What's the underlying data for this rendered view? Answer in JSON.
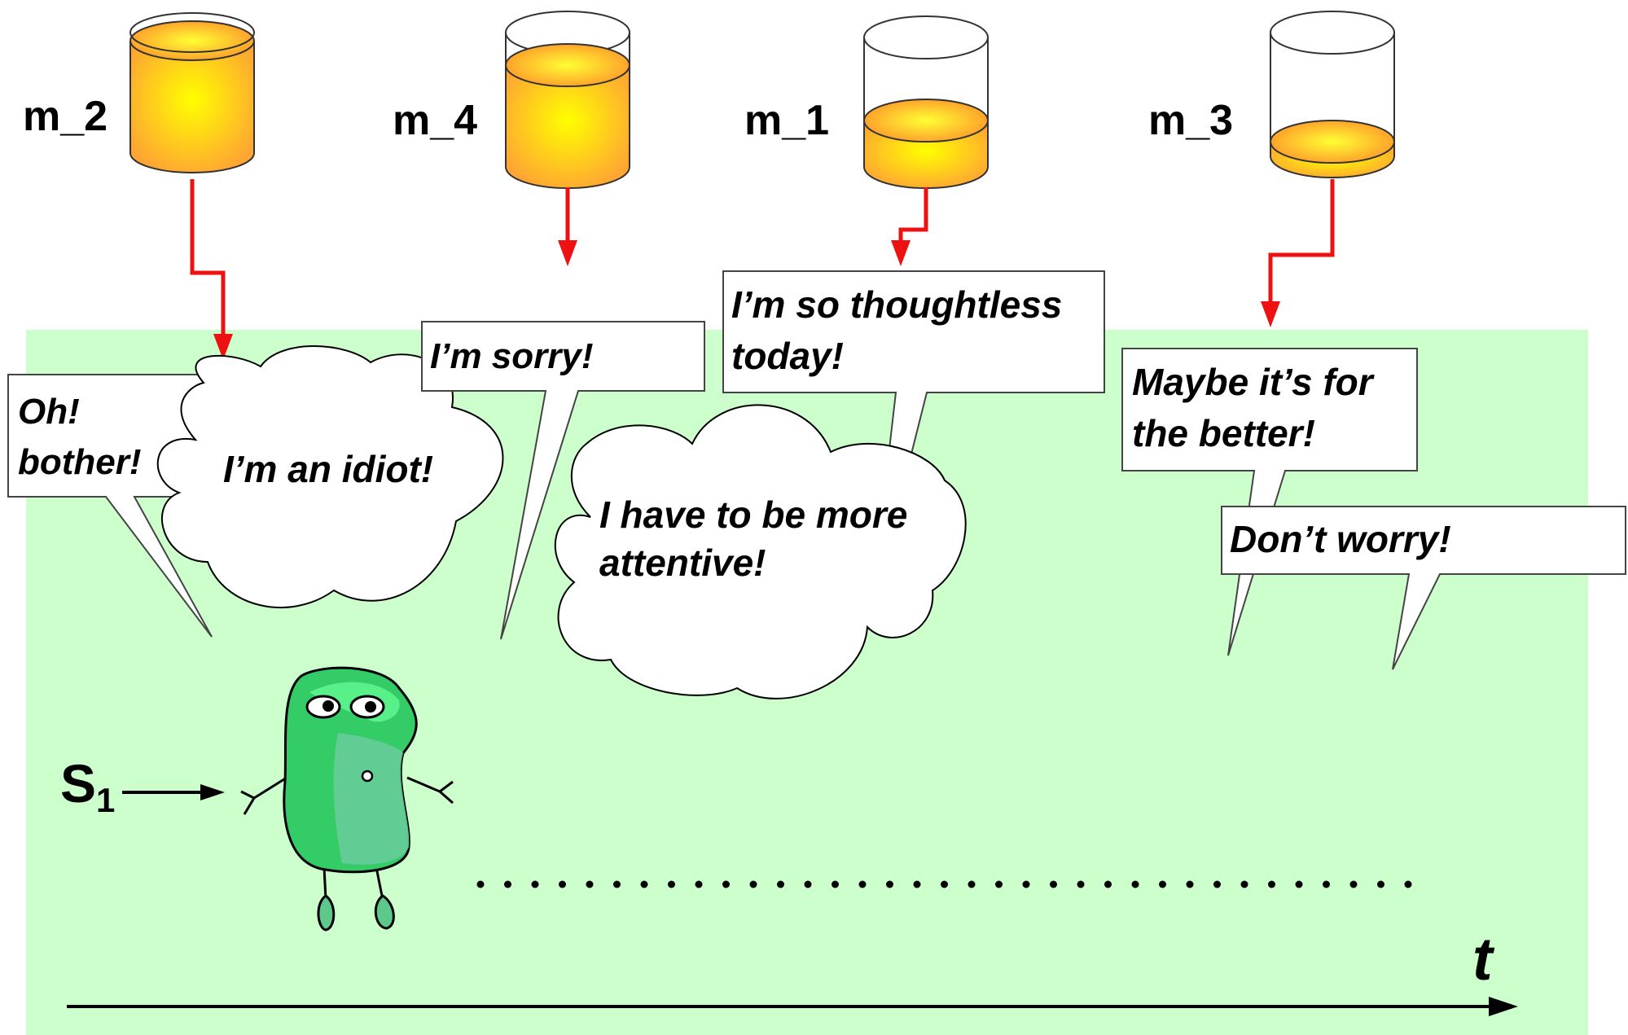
{
  "containers": [
    {
      "label": "m_2",
      "fill_level": 1.0
    },
    {
      "label": "m_4",
      "fill_level": 0.75
    },
    {
      "label": "m_1",
      "fill_level": 0.35
    },
    {
      "label": "m_3",
      "fill_level": 0.1
    }
  ],
  "speech_bubbles": [
    {
      "lines": [
        "Oh!",
        "bother!"
      ]
    },
    {
      "lines": [
        "I’m sorry!"
      ]
    },
    {
      "lines": [
        "I’m so thoughtless",
        "today!"
      ]
    },
    {
      "lines": [
        "Maybe it’s for",
        "the better!"
      ]
    },
    {
      "lines": [
        "Don’t worry!"
      ]
    }
  ],
  "thought_bubbles": [
    {
      "lines": [
        "I’m an idiot!"
      ]
    },
    {
      "lines": [
        "I have to be more",
        "attentive!"
      ]
    }
  ],
  "subject": {
    "label": "S",
    "subscript": "1"
  },
  "time_axis": {
    "label": "t"
  },
  "colors": {
    "background": "#ccffcc",
    "arrow": "#ff0000",
    "liquid_center": "#ffff00",
    "liquid_edge": "#ffa500",
    "creature": "#33cc66"
  }
}
